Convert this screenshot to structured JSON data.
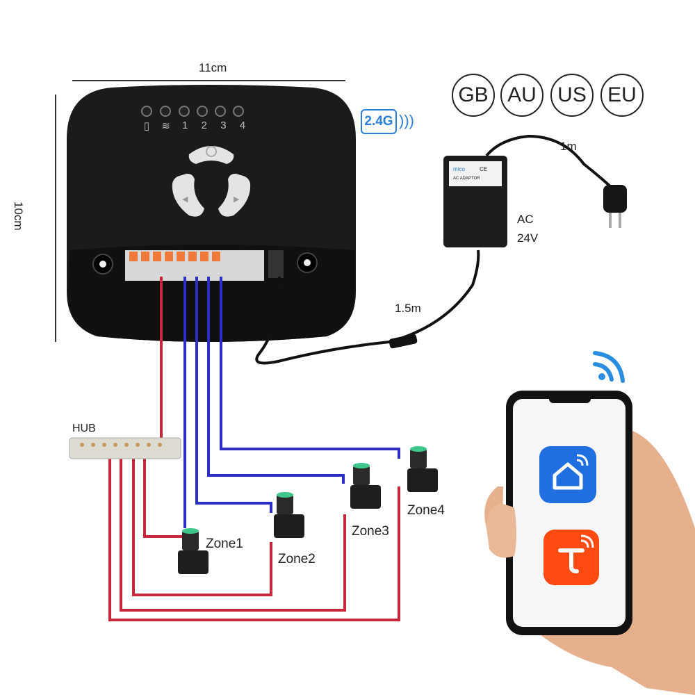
{
  "dimensions": {
    "width_label": "11cm",
    "height_label": "10cm"
  },
  "plugs": [
    "GB",
    "AU",
    "US",
    "EU"
  ],
  "wireless_badge": "2.4G",
  "cables": {
    "plug_cable": "1m",
    "power": "AC\n24V",
    "power_line1": "AC",
    "power_line2": "24V",
    "dc_cable": "1.5m"
  },
  "controller": {
    "led_labels": [
      "",
      "",
      "1",
      "2",
      "3",
      "4"
    ]
  },
  "hub_label": "HUB",
  "zones": [
    "Zone1",
    "Zone2",
    "Zone3",
    "Zone4"
  ],
  "icons": [
    "wifi-icon",
    "smart-home-icon",
    "tuya-icon",
    "battery-icon",
    "signal-icon"
  ],
  "colors": {
    "positive_wire": "#c8283c",
    "zone_wire": "#2b2fc4",
    "app_blue": "#1f6fe0",
    "app_orange": "#ff4a12",
    "accent_blue": "#2b7fd4"
  }
}
